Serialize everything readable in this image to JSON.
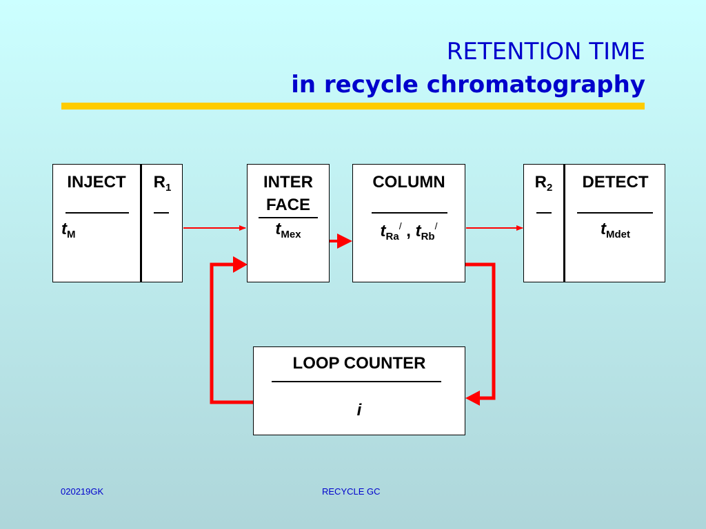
{
  "title": {
    "line1": "RETENTION TIME",
    "line2": "in recycle chromatography"
  },
  "colors": {
    "title_text": "#0000cc",
    "title_rule": "#ffcc00",
    "arrow": "#ff0000",
    "background_top": "#ccffff",
    "background_bottom": "#aed6da"
  },
  "blocks": {
    "inject": {
      "label": "INJECT",
      "var": "t",
      "sub": "M"
    },
    "r1": {
      "label": "R",
      "sub": "1"
    },
    "interface": {
      "line1": "INTER",
      "line2": "FACE",
      "var": "t",
      "sub": "Mex"
    },
    "column": {
      "label": "COLUMN",
      "var_a": "t",
      "sub_a": "Ra",
      "mark_a": "/",
      "sep": ",",
      "var_b": "t",
      "sub_b": "Rb",
      "mark_b": "/"
    },
    "r2": {
      "label": "R",
      "sub": "2"
    },
    "detect": {
      "label": "DETECT",
      "var": "t",
      "sub": "Mdet"
    },
    "loop_counter": {
      "label": "LOOP COUNTER",
      "var": "i"
    }
  },
  "footer": {
    "left": "020219GK",
    "center": "RECYCLE GC"
  }
}
